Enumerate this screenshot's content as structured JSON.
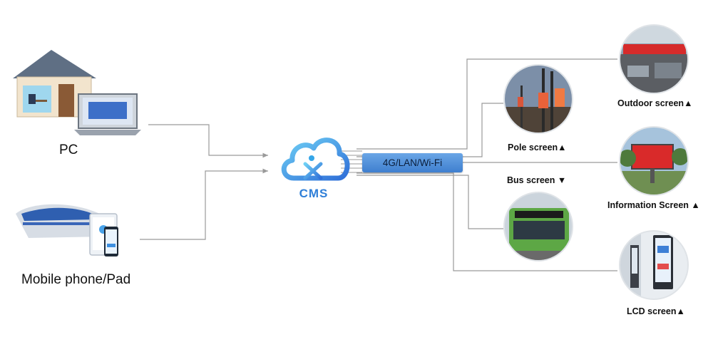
{
  "sources": [
    {
      "label": "PC",
      "icon": "house-pc-icon"
    },
    {
      "label": "Mobile phone/Pad",
      "icon": "train-phone-pad-icon"
    }
  ],
  "hub": {
    "label": "CMS",
    "icon": "cloud-cms-icon",
    "color": "#2f7fd8"
  },
  "network": {
    "label": "4G/LAN/Wi-Fi",
    "color": "#4f8fdc"
  },
  "devices": [
    {
      "label": "Outdoor screen▲",
      "icon": "outdoor-screen-photo-icon"
    },
    {
      "label": "Pole screen▲",
      "icon": "pole-screen-photo-icon"
    },
    {
      "label": "Bus screen ▼",
      "icon": "bus-screen-photo-icon"
    },
    {
      "label": "Information Screen ▲",
      "icon": "information-screen-photo-icon"
    },
    {
      "label": "LCD screen▲",
      "icon": "lcd-screen-photo-icon"
    }
  ]
}
